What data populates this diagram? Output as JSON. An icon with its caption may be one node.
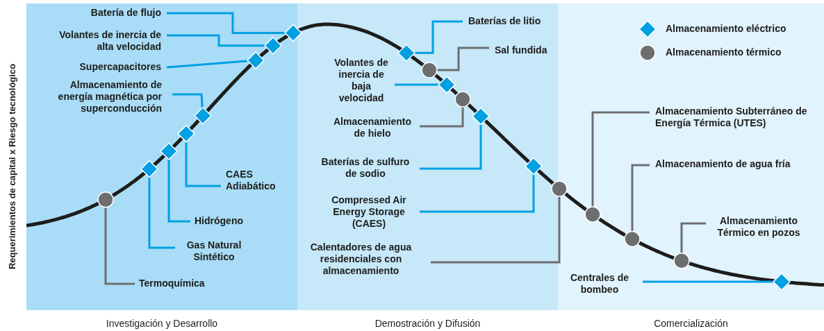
{
  "diagram": {
    "nodes": [
      {
        "text": [
          "Batería de flujo"
        ]
      },
      {
        "text": [
          "Volantes de inercia de alta velocidad"
        ]
      },
      {
        "text": [
          "Supercapacitores"
        ]
      },
      {
        "text": [
          "Almacenamiento de energía magnética por superconducción"
        ]
      },
      {
        "text": [
          "CAES Adiabático"
        ]
      },
      {
        "text": [
          "Hidrógeno"
        ]
      },
      {
        "text": [
          "Gas Natural Sintético"
        ]
      },
      {
        "text": [
          "Termoquímica"
        ]
      },
      {
        "text": [
          "Baterías de litio"
        ]
      },
      {
        "text": [
          "Sal fundida"
        ]
      },
      {
        "text": [
          "Volantes de inercia de baja velocidad"
        ]
      },
      {
        "text": [
          "Almacenamiento de hielo"
        ]
      },
      {
        "text": [
          "Baterías de sulfuro de sodio"
        ]
      },
      {
        "text": [
          "Compressed Air Energy Storage (CAES)"
        ]
      },
      {
        "text": [
          "Calentadores de agua residenciales con almacenamiento"
        ]
      },
      {
        "text": [
          "Almacenamiento Subterráneo de Energía Térmica (UTES)"
        ]
      },
      {
        "text": [
          "Almacenamiento de agua fría"
        ]
      },
      {
        "text": [
          "Almacenamiento Térmico en pozos"
        ]
      },
      {
        "text": [
          "Centrales de bombeo"
        ]
      },
      {
        "text": [],
        "shape": "circle"
      },
      {
        "text": [],
        "shape": "diamond"
      },
      {
        "text": [],
        "shape": "diamond"
      },
      {
        "text": [],
        "shape": "diamond"
      },
      {
        "text": [],
        "shape": "diamond"
      },
      {
        "text": [],
        "shape": "diamond"
      },
      {
        "text": [],
        "shape": "diamond"
      },
      {
        "text": [],
        "shape": "diamond"
      },
      {
        "text": [],
        "shape": "diamond"
      },
      {
        "text": [],
        "shape": "circle"
      },
      {
        "text": [],
        "shape": "diamond"
      },
      {
        "text": [],
        "shape": "circle"
      },
      {
        "text": [],
        "shape": "diamond"
      },
      {
        "text": [],
        "shape": "diamond"
      },
      {
        "text": [],
        "shape": "circle"
      },
      {
        "text": [],
        "shape": "circle"
      },
      {
        "text": [],
        "shape": "circle"
      },
      {
        "text": [],
        "shape": "circle"
      },
      {
        "text": [],
        "shape": "diamond"
      }
    ],
    "edges": [
      {
        "from": 0,
        "to": 26,
        "arrow": "none"
      },
      {
        "from": 1,
        "to": 25,
        "arrow": "none"
      },
      {
        "from": 2,
        "to": 24,
        "arrow": "none"
      },
      {
        "from": 3,
        "to": 23,
        "arrow": "none"
      },
      {
        "from": 4,
        "to": 22,
        "arrow": "none"
      },
      {
        "from": 5,
        "to": 21,
        "arrow": "none"
      },
      {
        "from": 6,
        "to": 20,
        "arrow": "none"
      },
      {
        "from": 7,
        "to": 19,
        "arrow": "none",
        "color": "#6d6e70"
      },
      {
        "from": 8,
        "to": 27,
        "arrow": "none"
      },
      {
        "from": 9,
        "to": 28,
        "arrow": "none",
        "color": "#6d6e70"
      },
      {
        "from": 10,
        "to": 29,
        "arrow": "none"
      },
      {
        "from": 11,
        "to": 30,
        "arrow": "none",
        "color": "#6d6e70"
      },
      {
        "from": 12,
        "to": 31,
        "arrow": "none"
      },
      {
        "from": 13,
        "to": 32,
        "arrow": "none"
      },
      {
        "from": 14,
        "to": 33,
        "arrow": "none",
        "color": "#6d6e70"
      },
      {
        "from": 15,
        "to": 34,
        "arrow": "none",
        "color": "#6d6e70"
      },
      {
        "from": 16,
        "to": 35,
        "arrow": "none",
        "color": "#6d6e70"
      },
      {
        "from": 17,
        "to": 36,
        "arrow": "none",
        "color": "#6d6e70"
      },
      {
        "from": 18,
        "to": 37,
        "arrow": "none"
      }
    ],
    "labels": [
      "Requerimientos de capital x Riesgo tecnológico",
      "Investigación y Desarrollo",
      "Demostración y Difusión",
      "Comercialización"
    ],
    "legend": [
      {
        "text": "Almacenamiento eléctrico",
        "color": "#00a0e3"
      },
      {
        "text": "Almacenamiento térmico",
        "color": "#6d6e70"
      }
    ]
  }
}
